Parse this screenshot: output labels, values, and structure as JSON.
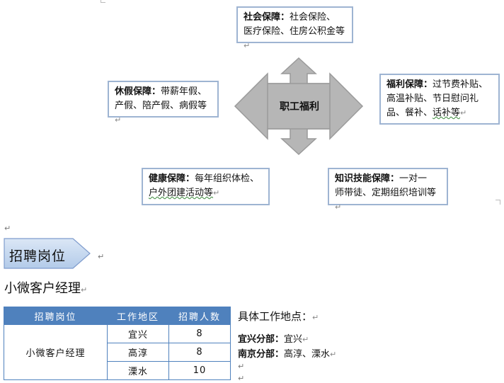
{
  "diagram": {
    "center_label": "职工福利",
    "social": {
      "title": "社会保障",
      "sep": "：",
      "line1": "社会保险、",
      "line2": "医疗保险、住房公积金等"
    },
    "vacation": {
      "title": "休假保障",
      "sep": "：",
      "line1": "带薪年假、",
      "line2": "产假、陪产假、病假等"
    },
    "welfare": {
      "title": "福利保障",
      "sep": "：",
      "line1": "过节费补贴、",
      "line2": "高温补贴、节日慰问礼",
      "line3a": "品、餐补、",
      "line3b": "话补等"
    },
    "health": {
      "title": "健康保障",
      "sep": "：",
      "line1": "每年组织体检、",
      "line2": "户外团建活动等"
    },
    "skills": {
      "title": "知识技能保障",
      "sep": "：",
      "line1": "一对一",
      "line2": "师带徒、定期组织培训等"
    }
  },
  "section": {
    "title": "招聘岗位"
  },
  "position_title": "小微客户经理",
  "table": {
    "headers": [
      "招聘岗位",
      "工作地区",
      "招聘人数"
    ],
    "position": "小微客户经理",
    "rows": [
      {
        "area": "宜兴",
        "count": "8"
      },
      {
        "area": "高淳",
        "count": "8"
      },
      {
        "area": "溧水",
        "count": "10"
      }
    ]
  },
  "locations": {
    "heading": "具体工作地点：",
    "items": [
      {
        "label": "宜兴分部：",
        "value": "宜兴"
      },
      {
        "label": "南京分部：",
        "value": "高淳、溧水"
      }
    ]
  },
  "marks": {
    "paragraph": "↵"
  },
  "colors": {
    "box_border": "#9eb4d2",
    "arrow_fill": "#b6b6b6",
    "table_header": "#4f81bd",
    "section_fill": "#c6d9f1"
  }
}
